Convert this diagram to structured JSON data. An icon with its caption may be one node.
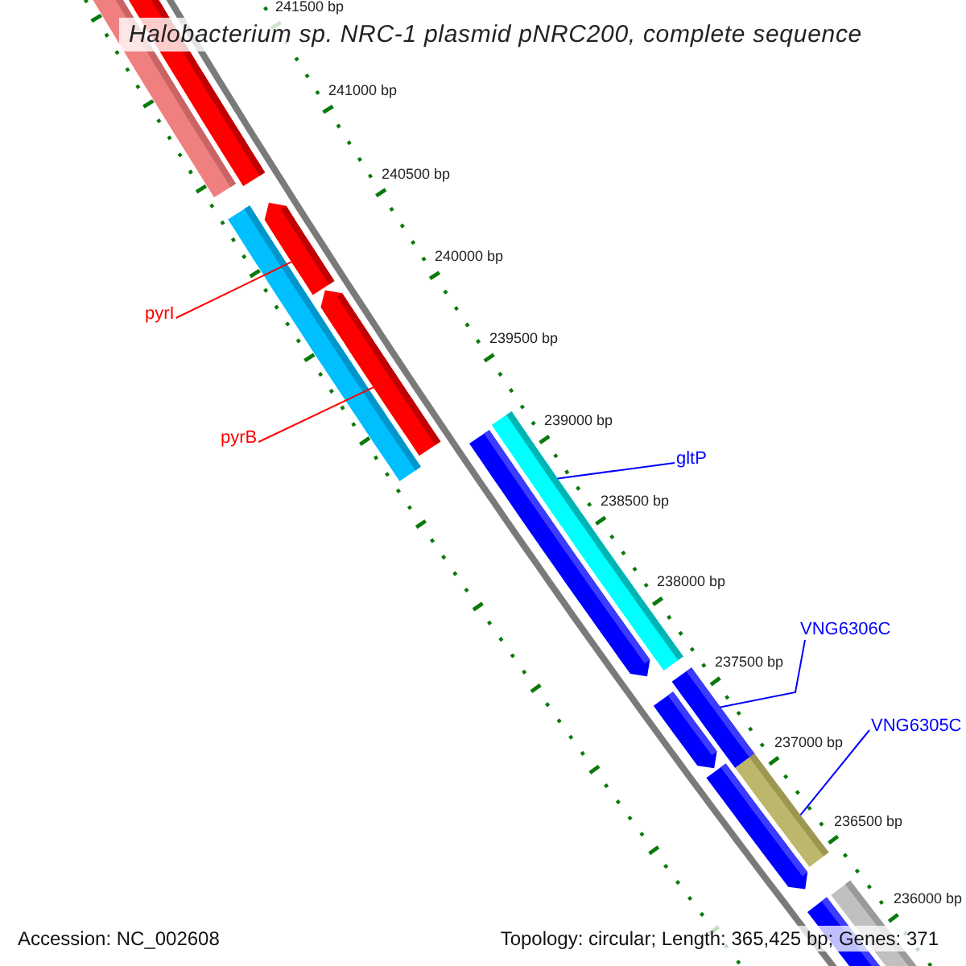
{
  "diagram": {
    "title": "Halobacterium sp. NRC-1 plasmid pNRC200, complete sequence",
    "nodes": [
      {
        "text": [
          "pyrI"
        ]
      },
      {
        "text": [
          "pyrB"
        ]
      },
      {
        "text": [
          "gltP"
        ]
      },
      {
        "text": [
          "VNG6306C"
        ]
      },
      {
        "text": [
          "VNG6305C"
        ]
      },
      {
        "text": [],
        "shape": "arrow"
      },
      {
        "text": [],
        "shape": "arrow"
      },
      {
        "text": [],
        "shape": "bar"
      },
      {
        "text": [],
        "shape": "bar"
      },
      {
        "text": [],
        "shape": "bar"
      }
    ],
    "edges": [
      {
        "from": 0,
        "to": 5,
        "arrow": "none",
        "color": "#ff0000"
      },
      {
        "from": 1,
        "to": 6,
        "arrow": "none",
        "color": "#ff0000"
      },
      {
        "from": 2,
        "to": 7,
        "arrow": "none"
      },
      {
        "from": 3,
        "to": 8,
        "arrow": "none"
      },
      {
        "from": 4,
        "to": 9,
        "arrow": "none"
      }
    ],
    "labels": [
      "241500 bp",
      "241000 bp",
      "240500 bp",
      "240000 bp",
      "239500 bp",
      "239000 bp",
      "238500 bp",
      "238000 bp",
      "237500 bp",
      "237000 bp",
      "236500 bp",
      "236000 bp",
      "Accession: NC_002608",
      "Topology: circular; Length: 365,425 bp; Genes: 371"
    ]
  }
}
